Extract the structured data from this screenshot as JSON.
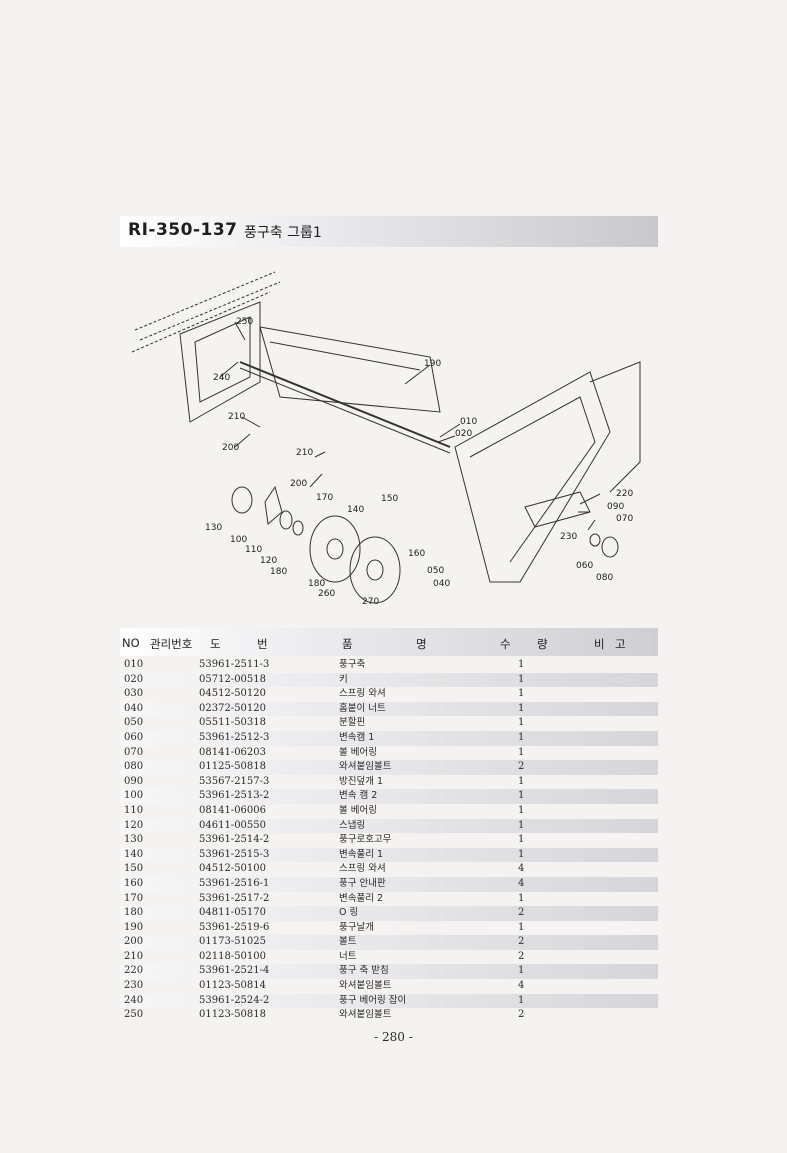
{
  "title": {
    "code": "RI-350-137",
    "name": "풍구축 그룹1"
  },
  "headers": {
    "no": "NO",
    "mgmt": "관리번호",
    "drawing": [
      "도",
      "번"
    ],
    "partname": [
      "품",
      "명"
    ],
    "qty": [
      "수",
      "량"
    ],
    "remark": [
      "비",
      "고"
    ]
  },
  "diagram_labels": [
    "250",
    "240",
    "190",
    "210",
    "200",
    "210",
    "200",
    "010",
    "020",
    "130",
    "100",
    "110",
    "120",
    "180",
    "170",
    "140",
    "150",
    "160",
    "180",
    "260",
    "270",
    "050",
    "040",
    "220",
    "090",
    "070",
    "230",
    "060",
    "080"
  ],
  "parts": [
    {
      "no": "010",
      "part_no": "53961-2511-3",
      "name": "풍구축",
      "qty": "1"
    },
    {
      "no": "020",
      "part_no": "05712-00518",
      "name": "키",
      "qty": "1"
    },
    {
      "no": "030",
      "part_no": "04512-50120",
      "name": "스프링 와셔",
      "qty": "1"
    },
    {
      "no": "040",
      "part_no": "02372-50120",
      "name": "홈붙이 너트",
      "qty": "1"
    },
    {
      "no": "050",
      "part_no": "05511-50318",
      "name": "분할핀",
      "qty": "1"
    },
    {
      "no": "060",
      "part_no": "53961-2512-3",
      "name": "변속캠 1",
      "qty": "1"
    },
    {
      "no": "070",
      "part_no": "08141-06203",
      "name": "볼 베어링",
      "qty": "1"
    },
    {
      "no": "080",
      "part_no": "01125-50818",
      "name": "와셔붙임볼트",
      "qty": "2"
    },
    {
      "no": "090",
      "part_no": "53567-2157-3",
      "name": "방진덮개 1",
      "qty": "1"
    },
    {
      "no": "100",
      "part_no": "53961-2513-2",
      "name": "변속 캠 2",
      "qty": "1"
    },
    {
      "no": "110",
      "part_no": "08141-06006",
      "name": "볼 베어링",
      "qty": "1"
    },
    {
      "no": "120",
      "part_no": "04611-00550",
      "name": "스냅링",
      "qty": "1"
    },
    {
      "no": "130",
      "part_no": "53961-2514-2",
      "name": "풍구로호고무",
      "qty": "1"
    },
    {
      "no": "140",
      "part_no": "53961-2515-3",
      "name": "변속풀리 1",
      "qty": "1"
    },
    {
      "no": "150",
      "part_no": "04512-50100",
      "name": "스프링 와셔",
      "qty": "4"
    },
    {
      "no": "160",
      "part_no": "53961-2516-1",
      "name": "풍구 안내판",
      "qty": "4"
    },
    {
      "no": "170",
      "part_no": "53961-2517-2",
      "name": "변속풀리 2",
      "qty": "1"
    },
    {
      "no": "180",
      "part_no": "04811-05170",
      "name": "O 링",
      "qty": "2"
    },
    {
      "no": "190",
      "part_no": "53961-2519-6",
      "name": "풍구날개",
      "qty": "1"
    },
    {
      "no": "200",
      "part_no": "01173-51025",
      "name": "볼트",
      "qty": "2"
    },
    {
      "no": "210",
      "part_no": "02118-50100",
      "name": "너트",
      "qty": "2"
    },
    {
      "no": "220",
      "part_no": "53961-2521-4",
      "name": "풍구 축 받침",
      "qty": "1"
    },
    {
      "no": "230",
      "part_no": "01123-50814",
      "name": "와셔붙임볼트",
      "qty": "4"
    },
    {
      "no": "240",
      "part_no": "53961-2524-2",
      "name": "풍구 베어링 잡이",
      "qty": "1"
    },
    {
      "no": "250",
      "part_no": "01123-50818",
      "name": "와셔붙임볼트",
      "qty": "2"
    }
  ],
  "page_number": "- 280 -"
}
